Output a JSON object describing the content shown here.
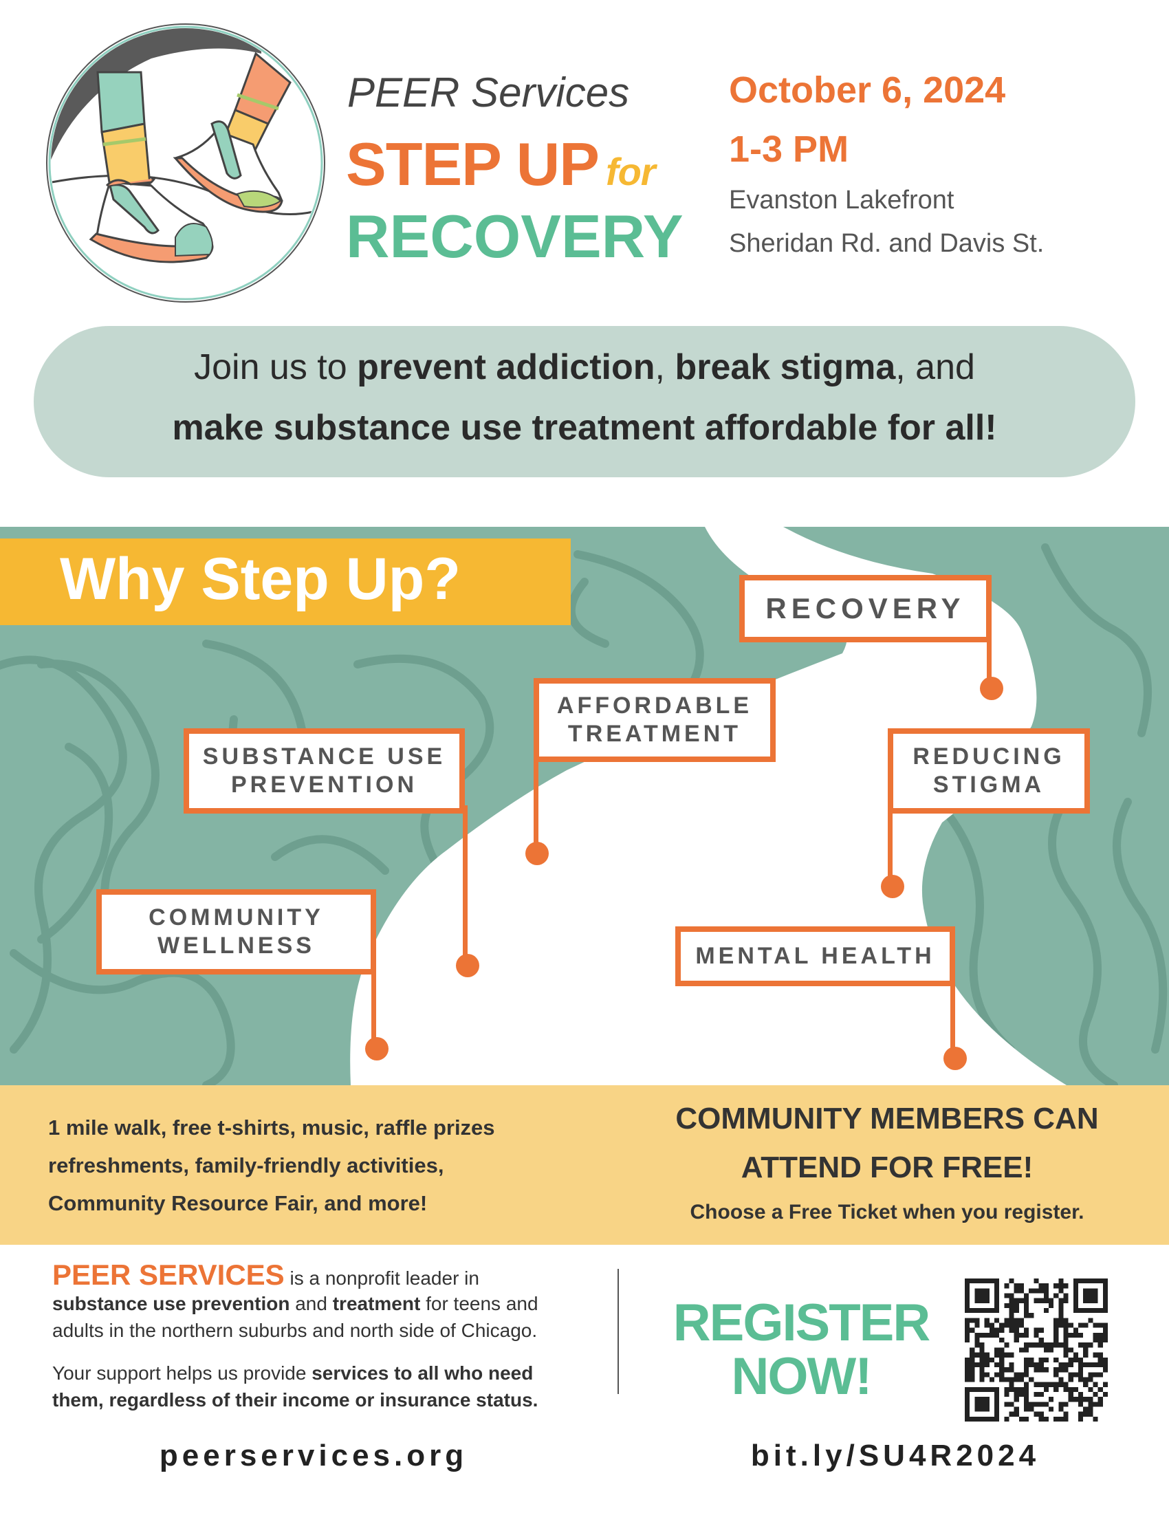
{
  "header": {
    "org": "PEER Services",
    "title_step": "STEP UP",
    "title_for": "for",
    "title_recovery": "RECOVERY",
    "date": "October 6, 2024",
    "time": "1-3 PM",
    "location_line1": "Evanston Lakefront",
    "location_line2": "Sheridan Rd. and Davis St."
  },
  "banner": {
    "l1_a": "Join us to ",
    "l1_b": "prevent addiction",
    "l1_c": ", ",
    "l1_d": "break stigma",
    "l1_e": ", and",
    "l2": "make substance use treatment affordable for all!"
  },
  "why": {
    "title": "Why Step Up?",
    "flags": [
      {
        "line1": "RECOVERY",
        "line2": ""
      },
      {
        "line1": "AFFORDABLE",
        "line2": "TREATMENT"
      },
      {
        "line1": "SUBSTANCE USE",
        "line2": "PREVENTION"
      },
      {
        "line1": "REDUCING",
        "line2": "STIGMA"
      },
      {
        "line1": "COMMUNITY",
        "line2": "WELLNESS"
      },
      {
        "line1": "MENTAL HEALTH",
        "line2": ""
      }
    ]
  },
  "details": {
    "activities": [
      "1 mile walk, free t-shirts, music, raffle prizes",
      "refreshments,  family-friendly activities,",
      "Community Resource Fair, and more!"
    ],
    "free_line1": "COMMUNITY MEMBERS CAN",
    "free_line2": "ATTEND FOR FREE!",
    "ticket_note": "Choose a Free Ticket when you register."
  },
  "about": {
    "name": "PEER SERVICES",
    "p1_a": " is a nonprofit leader in",
    "p1_b": "substance use prevention",
    "p1_c": " and ",
    "p1_d": "treatment",
    "p1_e": " for teens and",
    "p1_f": "adults in the northern suburbs and north side of Chicago.",
    "p2_a": "Your support helps us provide ",
    "p2_b": "services to all who need",
    "p2_c": "them, regardless of their income or insurance status."
  },
  "register": {
    "line1": "REGISTER",
    "line2": "NOW!",
    "website": "peerservices.org",
    "short_link": "bit.ly/SU4R2024"
  },
  "colors": {
    "orange": "#ec7436",
    "green": "#5bbd94",
    "yellow": "#f6b833",
    "teal_bg": "#84b4a4",
    "band": "#f8d486",
    "pill": "#c4d8d0"
  }
}
